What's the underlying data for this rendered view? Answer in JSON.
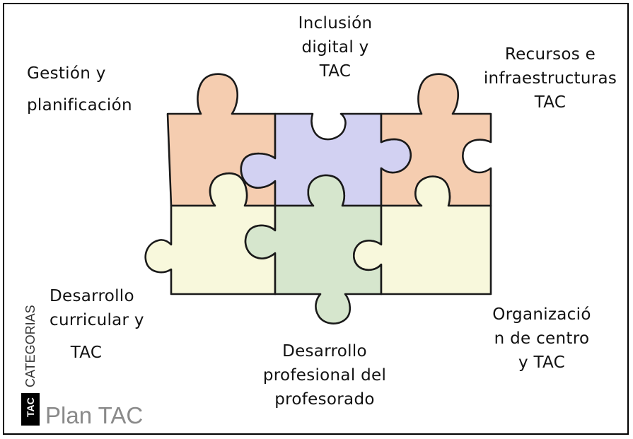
{
  "labels": {
    "gestion": [
      "Gestión y",
      "planificación"
    ],
    "inclusion": [
      "Inclusión",
      "digital y",
      "TAC"
    ],
    "recursos": [
      "Recursos e",
      "infraestructuras",
      "TAC"
    ],
    "curricular": [
      "Desarrollo",
      "curricular y",
      "TAC"
    ],
    "profesional": [
      "Desarrollo",
      "profesional del",
      "profesorado"
    ],
    "organizacion": [
      "Organizació",
      "n de centro",
      "y TAC"
    ]
  },
  "branding": {
    "vertical_label": "CATEGORIAS",
    "badge": "TAC",
    "title": "Plan TAC"
  },
  "colors": {
    "orange": "#f5cdb0",
    "lavender": "#d2d1f2",
    "cream": "#f8f8dc",
    "green": "#d6e6cd",
    "outline": "#1a1a1a",
    "title_gray": "#8a8a8a"
  }
}
